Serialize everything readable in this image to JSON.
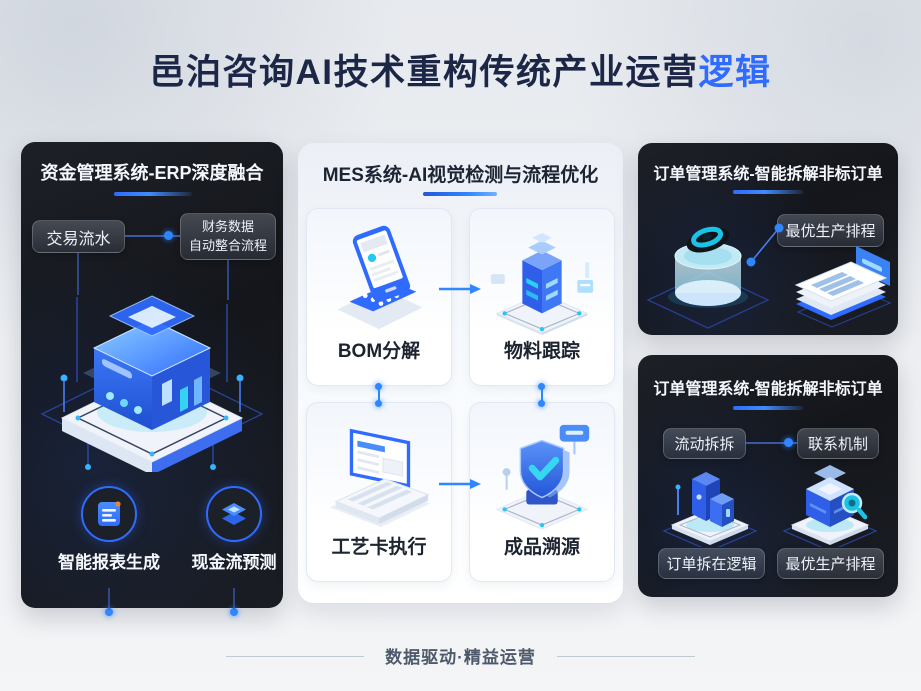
{
  "title": {
    "text_main": "邑泊咨询AI技术重构传统产业运营",
    "text_highlight": "逻辑"
  },
  "finance_panel": {
    "header": "资金管理系统-ERP深度融合",
    "tag_transaction": "交易流水",
    "tag_finance_line1": "财务数据",
    "tag_finance_line2": "自动整合流程",
    "feature_report": "智能报表生成",
    "feature_cashflow": "现金流预测"
  },
  "mes_panel": {
    "header": "MES系统-AI视觉检测与流程优化",
    "cards": [
      {
        "icon": "bom-device-icon",
        "label": "BOM分解"
      },
      {
        "icon": "material-server-icon",
        "label": "物料跟踪"
      },
      {
        "icon": "process-laptop-icon",
        "label": "工艺卡执行"
      },
      {
        "icon": "trace-shield-icon",
        "label": "成品溯源"
      }
    ]
  },
  "order_panel_top": {
    "header": "订单管理系统-智能拆解非标订单",
    "tag_schedule": "最优生产排程"
  },
  "order_panel_bottom": {
    "header": "订单管理系统-智能拆解非标订单",
    "tag_flow": "流动拆拆",
    "tag_link": "联系机制",
    "tag_logic": "订单拆在逻辑",
    "tag_schedule": "最优生产排程"
  },
  "footer": {
    "text": "数据驱动·精益运营"
  },
  "colors": {
    "accent": "#2F6BFF",
    "cyan": "#23C8F0",
    "title": "#1C2747",
    "panel_dark": "#17191F",
    "footer_text": "#4E5A6B"
  }
}
